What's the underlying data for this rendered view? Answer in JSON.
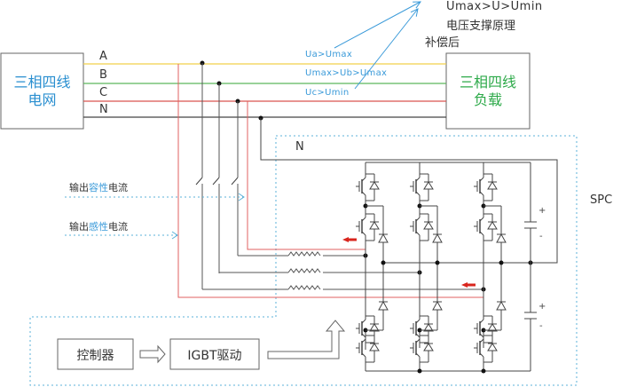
{
  "grid_box": {
    "line1": "三相四线",
    "line2": "电网"
  },
  "load_box": {
    "line1": "三相四线",
    "line2": "负载"
  },
  "phases": [
    "A",
    "B",
    "C",
    "N"
  ],
  "voltage_notes": {
    "a": "Ua>Umax",
    "b": "Umax>Ub>Umax",
    "c": "Uc>Umin"
  },
  "result": {
    "range": "Umax>U>Umin",
    "principle": "电压支撑原理",
    "after": "补偿后"
  },
  "spc_label": "SPC",
  "neutral_label": "N",
  "capacitive": {
    "prefix": "输出",
    "highlight": "容性",
    "suffix": "电流"
  },
  "inductive": {
    "prefix": "输出",
    "highlight": "感性",
    "suffix": "电流"
  },
  "controller_label": "控制器",
  "driver_label": "IGBT驱动",
  "cap_signs": {
    "plus": "+",
    "minus": "-"
  },
  "colors": {
    "phase_a": "#f2d04a",
    "phase_b": "#5cb85c",
    "phase_c": "#d9534f",
    "neutral": "#444444",
    "accent_blue": "#3a9ad9",
    "grid_text": "#2a8fd0",
    "load_text": "#2eaa4a",
    "arrow_red": "#d9251d",
    "dotted": "#5bb0d8"
  }
}
